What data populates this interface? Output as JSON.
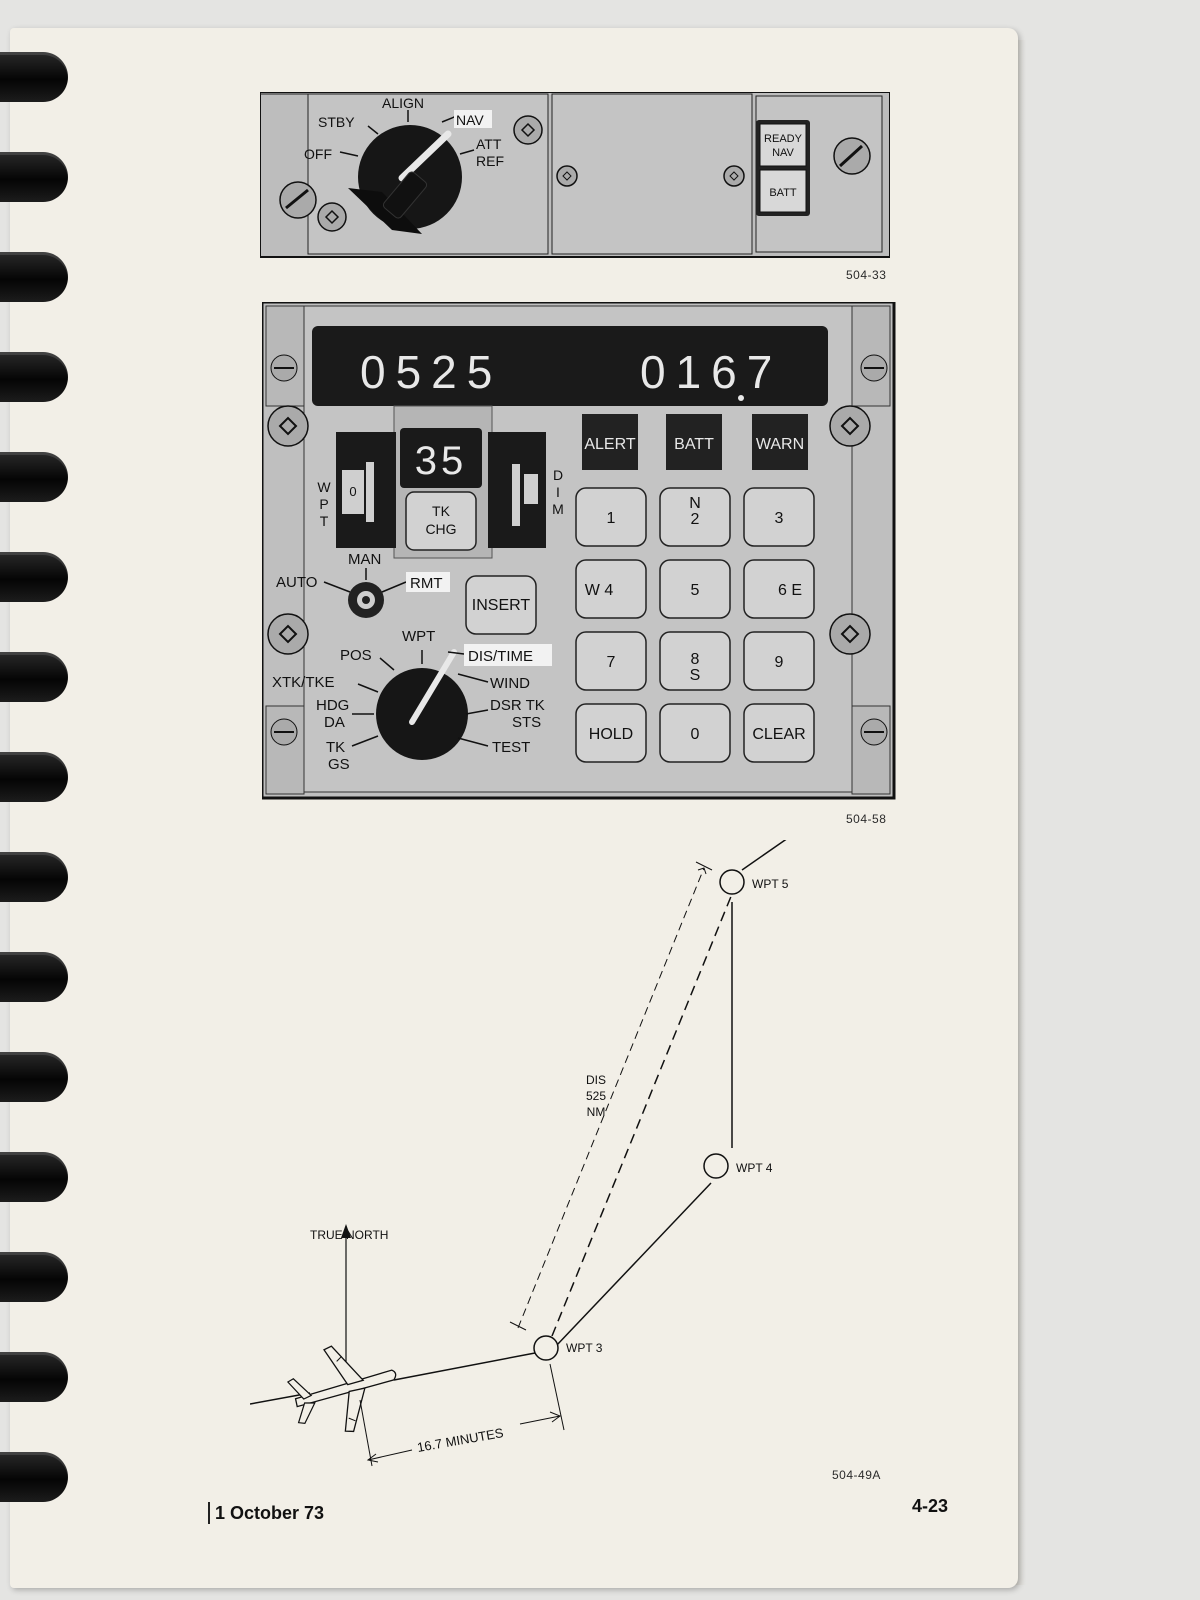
{
  "figure1": {
    "figure_number": "504-33",
    "mode_labels": {
      "off": "OFF",
      "stby": "STBY",
      "align": "ALIGN",
      "nav": "NAV",
      "att": "ATT",
      "ref": "REF"
    },
    "lamps": {
      "ready": "READY",
      "nav": "NAV",
      "batt": "BATT"
    }
  },
  "figure2": {
    "figure_number": "504-58",
    "display_left": "0525",
    "display_right": "0167",
    "waypoint_display": "35",
    "wpt_label": "WPT",
    "wpt_thumbwheel_value": "0",
    "dim_label": "DIM",
    "tk_chg": {
      "line1": "TK",
      "line2": "CHG"
    },
    "annunciators": {
      "alert": "ALERT",
      "batt": "BATT",
      "warn": "WARN"
    },
    "keypad": {
      "k1": "1",
      "k2_top": "N",
      "k2": "2",
      "k3": "3",
      "k4": "W 4",
      "k5": "5",
      "k6": "6 E",
      "k7": "7",
      "k8": "8",
      "k8_bottom": "S",
      "k9": "9",
      "hold": "HOLD",
      "k0": "0",
      "clear": "CLEAR"
    },
    "insert": "INSERT",
    "auto_man_rmt": {
      "auto": "AUTO",
      "man": "MAN",
      "rmt": "RMT"
    },
    "selector": {
      "wpt": "WPT",
      "pos": "POS",
      "dis_time": "DIS/TIME",
      "xtk_tke": "XTK/TKE",
      "wind": "WIND",
      "hdg": "HDG",
      "da": "DA",
      "dsr_tk": "DSR TK",
      "sts": "STS",
      "tk": "TK",
      "gs": "GS",
      "test": "TEST"
    }
  },
  "figure3": {
    "figure_number": "504-49A",
    "true_north": "TRUE NORTH",
    "wpt3": "WPT 3",
    "wpt4": "WPT 4",
    "wpt5": "WPT 5",
    "dis": "DIS",
    "dis_value": "525",
    "dis_unit": "NM",
    "time": "16.7 MINUTES"
  },
  "footer": {
    "date": "1 October 73",
    "page": "4-23"
  }
}
